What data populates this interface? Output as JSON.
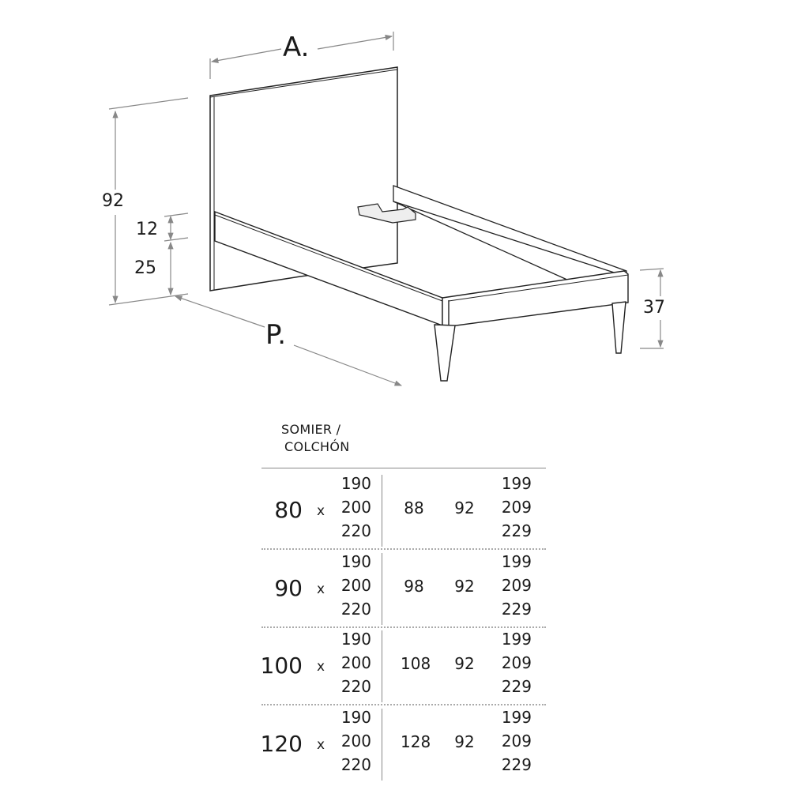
{
  "diagram": {
    "labels": {
      "width": "A.",
      "depth": "P.",
      "height_total": "92",
      "headboard_gap": "12",
      "rail_height": "25",
      "leg_height": "37"
    }
  },
  "table": {
    "header_line1": "SOMIER /",
    "header_line2": "COLCHÓN",
    "times": "x",
    "rows": [
      {
        "width": "80",
        "sizes": [
          "190",
          "200",
          "220"
        ],
        "a": "88",
        "h": "92",
        "p": [
          "199",
          "209",
          "229"
        ]
      },
      {
        "width": "90",
        "sizes": [
          "190",
          "200",
          "220"
        ],
        "a": "98",
        "h": "92",
        "p": [
          "199",
          "209",
          "229"
        ]
      },
      {
        "width": "100",
        "sizes": [
          "190",
          "200",
          "220"
        ],
        "a": "108",
        "h": "92",
        "p": [
          "199",
          "209",
          "229"
        ]
      },
      {
        "width": "120",
        "sizes": [
          "190",
          "200",
          "220"
        ],
        "a": "128",
        "h": "92",
        "p": [
          "199",
          "209",
          "229"
        ]
      }
    ]
  }
}
